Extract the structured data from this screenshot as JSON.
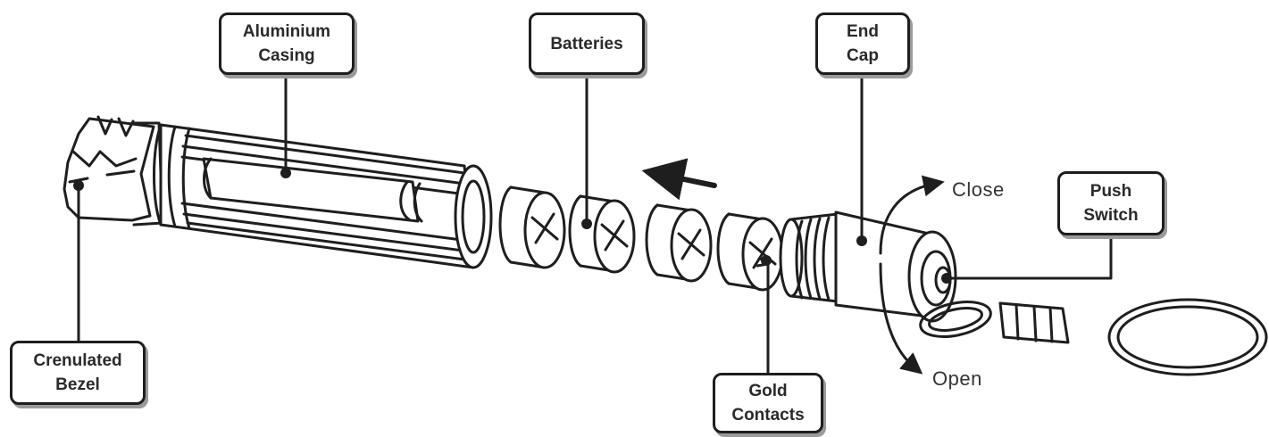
{
  "callouts": {
    "aluminium_casing": "Aluminium\nCasing",
    "batteries": "Batteries",
    "end_cap": "End\nCap",
    "push_switch": "Push\nSwitch",
    "crenulated_bezel": "Crenulated\nBezel",
    "gold_contacts": "Gold\nContacts"
  },
  "directions": {
    "close": "Close",
    "open": "Open"
  },
  "colors": {
    "line": "#1e1e1e",
    "box_shadow": "#9a9a9a",
    "text": "#2a2a2a"
  }
}
